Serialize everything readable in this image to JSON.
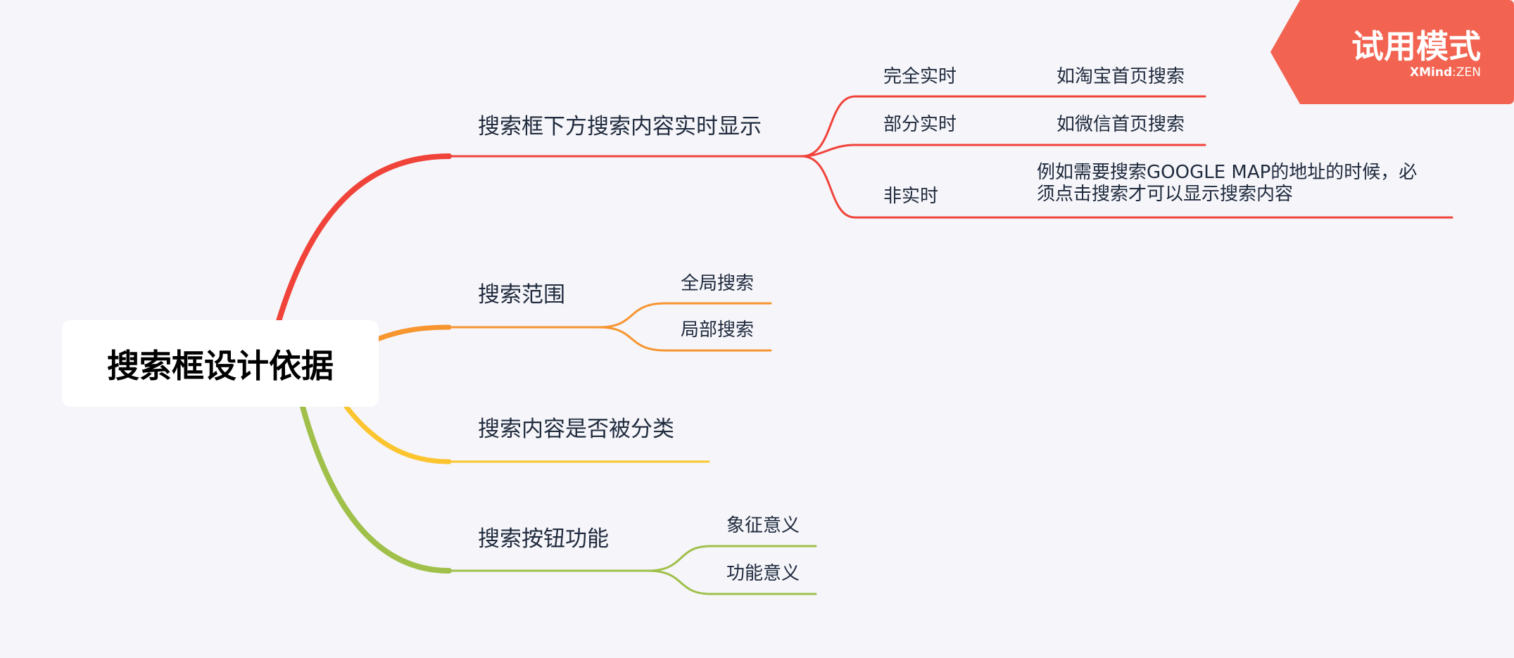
{
  "root": {
    "label": "搜索框设计依据"
  },
  "branches": [
    {
      "label": "搜索框下方搜索内容实时显示",
      "color": "#f0433a",
      "children": [
        {
          "label": "完全实时",
          "detail": "如淘宝首页搜索"
        },
        {
          "label": "部分实时",
          "detail": "如微信首页搜索"
        },
        {
          "label": "非实时",
          "detail_line1": "例如需要搜索GOOGLE MAP的地址的时候，必",
          "detail_line2": "须点击搜索才可以显示搜索内容"
        }
      ]
    },
    {
      "label": "搜索范围",
      "color": "#f7952f",
      "children": [
        {
          "label": "全局搜索"
        },
        {
          "label": "局部搜索"
        }
      ]
    },
    {
      "label": "搜索内容是否被分类",
      "color": "#fcc530",
      "children": []
    },
    {
      "label": "搜索按钮功能",
      "color": "#a0c04a",
      "children": [
        {
          "label": "象征意义"
        },
        {
          "label": "功能意义"
        }
      ]
    }
  ],
  "badge": {
    "title": "试用模式",
    "brand": "XMind",
    "edition": "ZEN",
    "color": "#f26451"
  }
}
